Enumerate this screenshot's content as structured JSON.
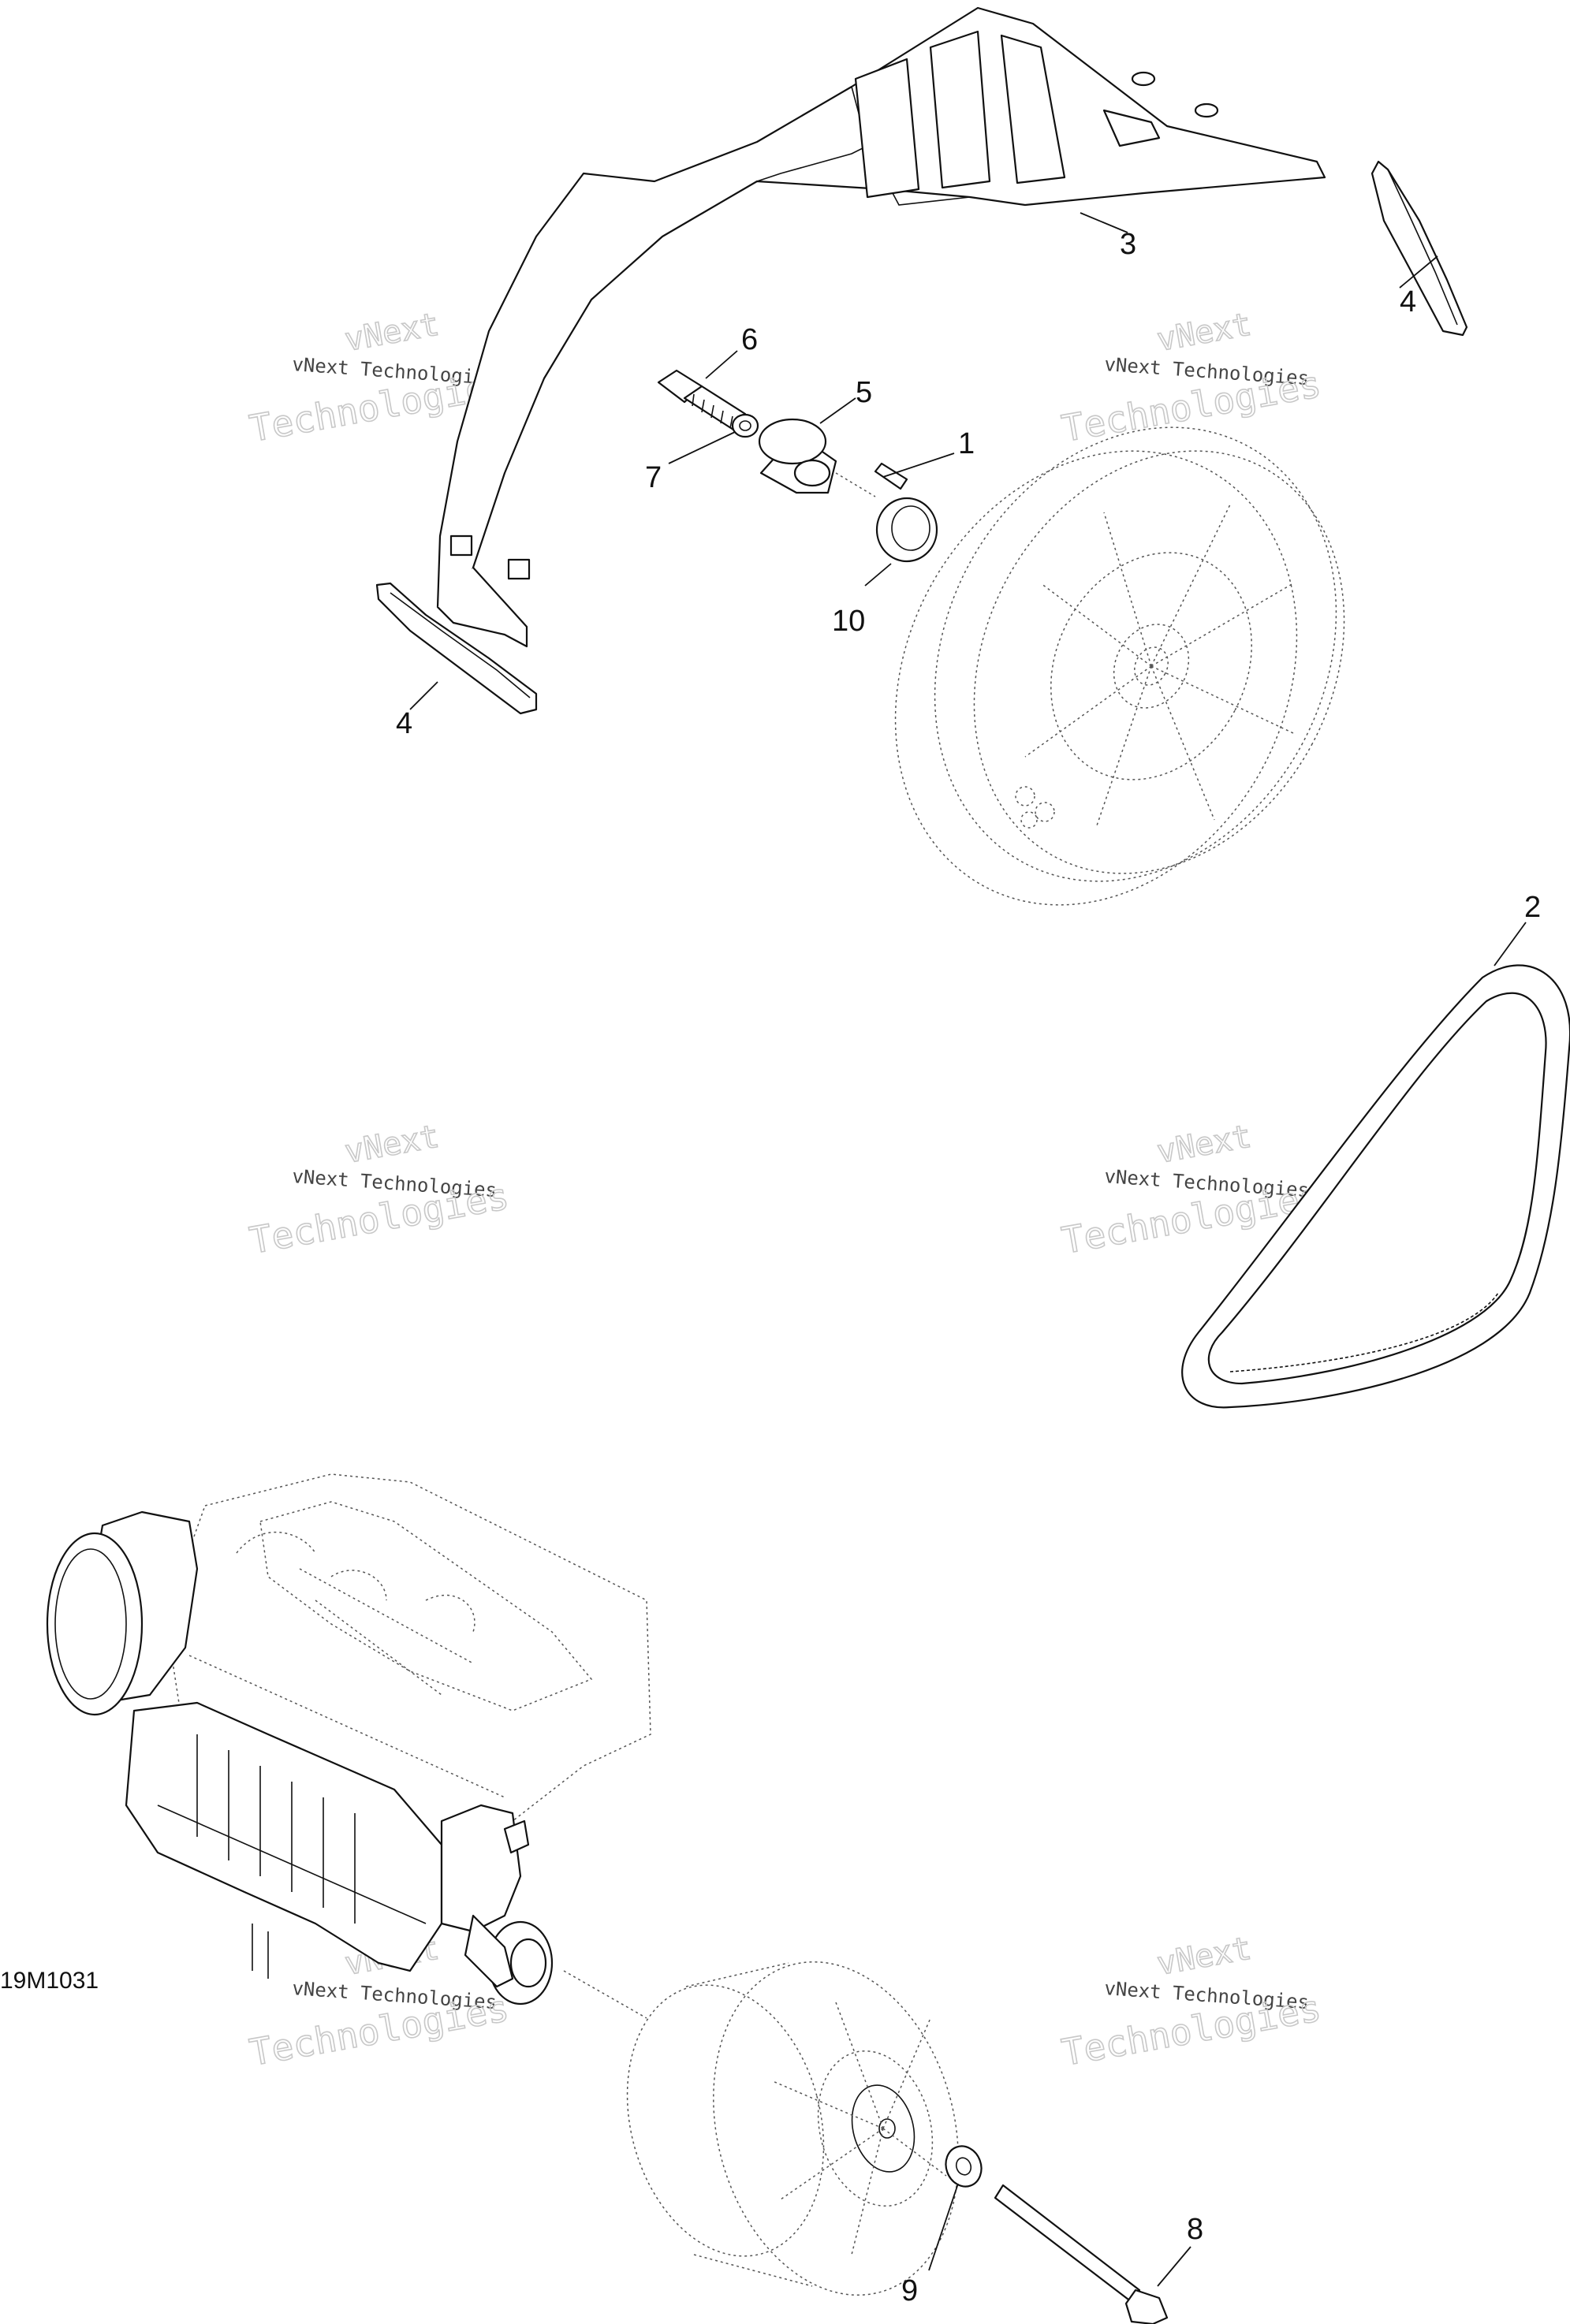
{
  "figure": {
    "reference_code": "19M1031",
    "callouts": [
      {
        "id": "c1",
        "label": "1"
      },
      {
        "id": "c2",
        "label": "2"
      },
      {
        "id": "c3",
        "label": "3"
      },
      {
        "id": "c4a",
        "label": "4"
      },
      {
        "id": "c4b",
        "label": "4"
      },
      {
        "id": "c5",
        "label": "5"
      },
      {
        "id": "c6",
        "label": "6"
      },
      {
        "id": "c7",
        "label": "7"
      },
      {
        "id": "c8",
        "label": "8"
      },
      {
        "id": "c9",
        "label": "9"
      },
      {
        "id": "c10",
        "label": "10"
      }
    ]
  },
  "watermark": {
    "line_small": "vNext Technologies",
    "line_top": "vNext",
    "line_big": "Technologies"
  }
}
